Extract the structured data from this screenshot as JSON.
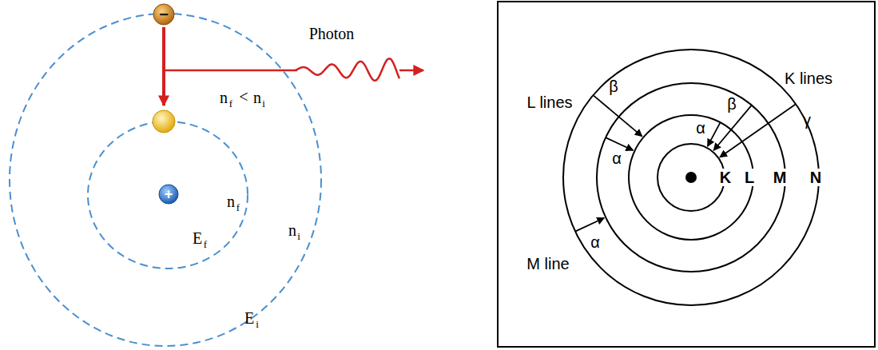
{
  "diagram": {
    "nodes": [
      {
        "text": [
          "−"
        ]
      },
      {
        "text": [
          "+"
        ]
      }
    ],
    "labels": [
      "Photon",
      "n",
      "f",
      "<",
      "n",
      "i",
      "n",
      "f",
      "E",
      "f",
      "n",
      "i",
      "E",
      "i",
      "L lines",
      "K lines",
      "M line",
      "β",
      "α",
      "α",
      "β",
      "γ",
      "α",
      "K",
      "L",
      "M",
      "N"
    ]
  }
}
